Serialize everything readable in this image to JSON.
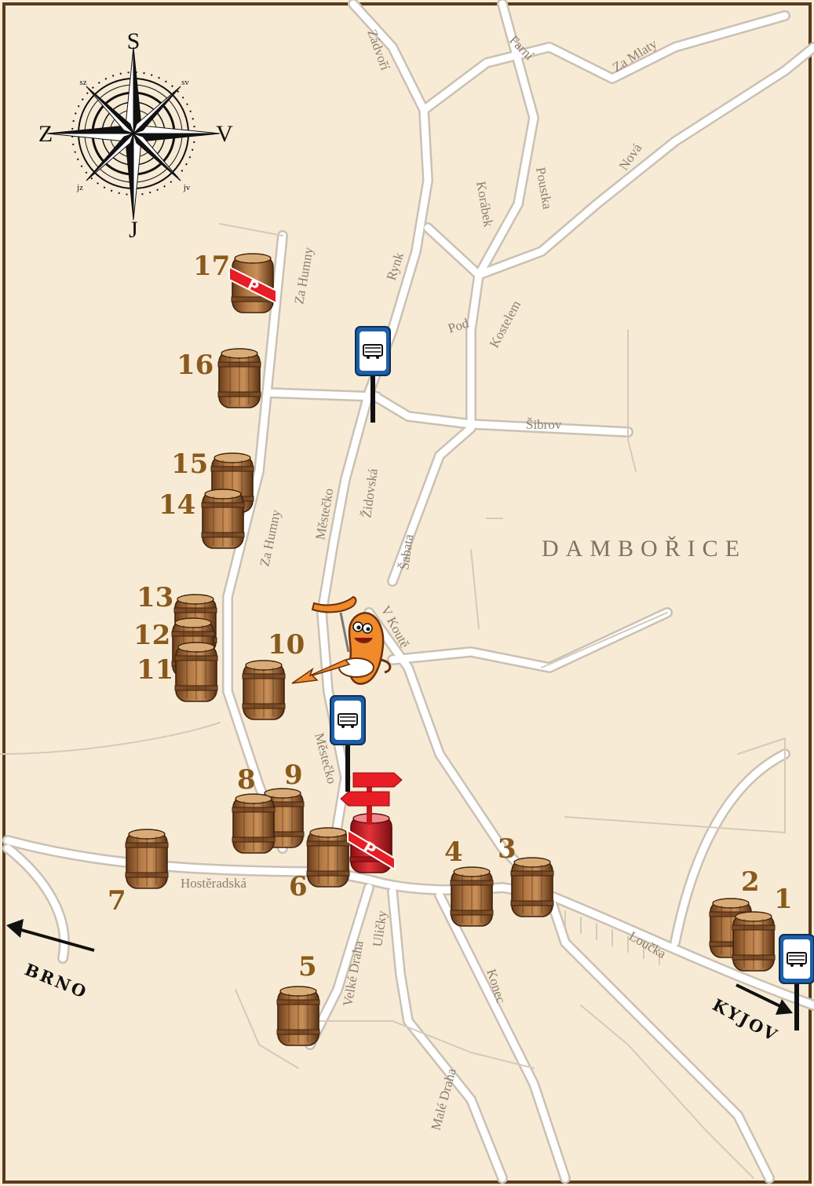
{
  "map": {
    "town_name": "DAMBOŘICE",
    "directions": {
      "west": "BRNO",
      "east": "KYJOV"
    },
    "compass": {
      "n": "S",
      "s": "J",
      "w": "Z",
      "e": "V",
      "nw": "sz",
      "ne": "sv",
      "sw": "jz",
      "se": "jv"
    },
    "colors": {
      "background": "#f8ebd6",
      "roads": "#ffffff",
      "road_casing": "#c9c1b3",
      "border": "#5b3a1a",
      "barrel": "#a0673a",
      "parking": "#e0242a",
      "bus_sign": "#1f5fa8",
      "arrow": "#f47a20"
    },
    "streets": {
      "zadvori": "Zádvoří",
      "farni": "Farní",
      "za_mlaty": "Za Mlaty",
      "nova": "Nová",
      "poustka": "Poustka",
      "korabek": "Korábek",
      "rynk": "Rynk",
      "za_humny_top": "Za Humny",
      "pod": "Pod",
      "kostelem": "Kostelem",
      "sibrov": "Šibrov",
      "mestecko_top": "Městečko",
      "zidovska": "Židovská",
      "sabata": "Šabata",
      "za_humny_mid": "Za Humny",
      "v_koute": "V Koutě",
      "mestecko_bottom": "Městečko",
      "hosteradska": "Hostěradská",
      "ulicky": "Uličky",
      "velke_draha": "Velké Draha",
      "konec": "Konec",
      "loucka": "Loučka",
      "male_draha": "Malé Draha"
    },
    "stops": {
      "s1": "1",
      "s2": "2",
      "s3": "3",
      "s4": "4",
      "s5": "5",
      "s6": "6",
      "s7": "7",
      "s8": "8",
      "s9": "9",
      "s10": "10",
      "s11": "11",
      "s12": "12",
      "s13": "13",
      "s14": "14",
      "s15": "15",
      "s16": "16",
      "s17": "17"
    },
    "parking_label": "P",
    "barrels_with_parking": [
      "17",
      "start"
    ],
    "bus_stops": 3
  }
}
